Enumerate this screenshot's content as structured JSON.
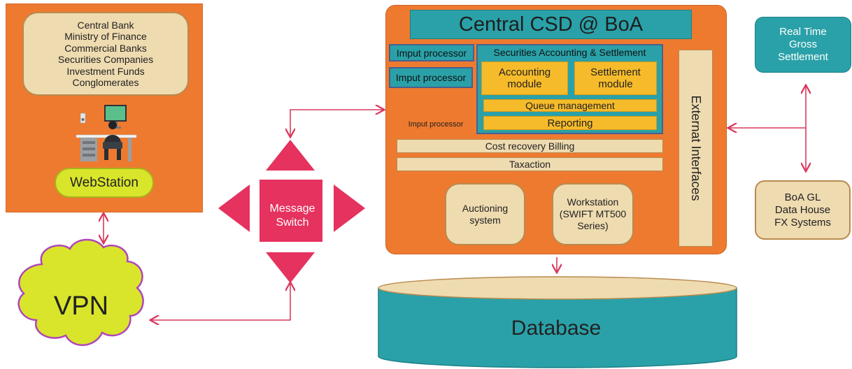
{
  "participants": {
    "lines": [
      "Central Bank",
      "Ministry of Finance",
      "Commercial Banks",
      "Securities Companies",
      "Investment Funds",
      "Conglomerates"
    ]
  },
  "webstation": {
    "label": "WebStation"
  },
  "vpn": {
    "label": "VPN"
  },
  "message_switch": {
    "line1": "Message",
    "line2": "Switch"
  },
  "csd": {
    "title": "Central CSD @ BoA",
    "input_processors": [
      "Imput processor",
      "Imput processor",
      "Imput processor"
    ],
    "sas": {
      "title": "Securities Accounting & Settlement",
      "accounting": {
        "line1": "Accounting",
        "line2": "module"
      },
      "settlement": {
        "line1": "Settlement",
        "line2": "module"
      },
      "queue": "Queue management",
      "reporting": "Reporting"
    },
    "billing": "Cost recovery Billing",
    "taxation": "Taxaction",
    "external_interfaces": "Externat Interfaces",
    "auctioning": {
      "line1": "Auctioning",
      "line2": "system"
    },
    "workstation": {
      "line1": "Workstation",
      "line2": "(SWIFT MT500",
      "line3": "Series)"
    }
  },
  "rtgs": {
    "line1": "Real Time",
    "line2": "Gross",
    "line3": "Settlement"
  },
  "boa_gl": {
    "line1": "BoA GL",
    "line2": "Data House",
    "line3": "FX Systems"
  },
  "database": {
    "label": "Database"
  },
  "colors": {
    "panel_orange": "#ee7a2f",
    "teal": "#2aa1a8",
    "beige": "#eedbb0",
    "yellow_module": "#f6bb2a",
    "lime": "#d9e52b",
    "switch_pink": "#e5325e",
    "connector": "#d93a5f"
  },
  "icons": [
    "computer-user-icon",
    "cloud-icon",
    "database-cylinder-icon",
    "message-switch-arrows-icon"
  ]
}
